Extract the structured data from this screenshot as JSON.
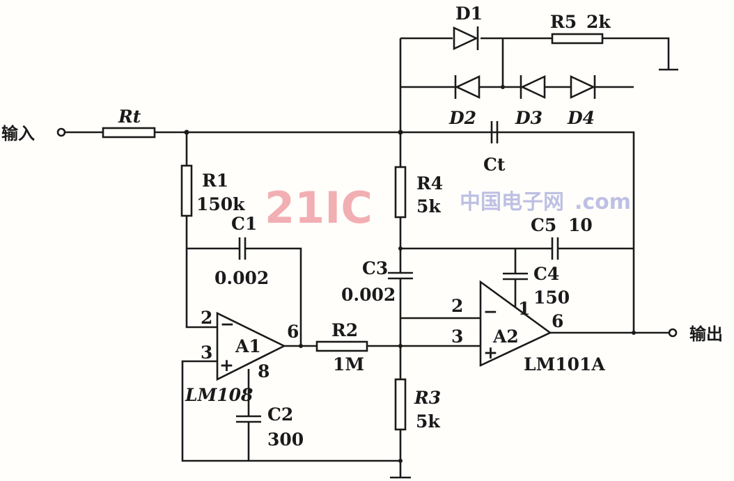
{
  "terminals": {
    "input": "输入",
    "output": "输出"
  },
  "components": {
    "Rt": "Rt",
    "R1": "R1",
    "R1_val": "150k",
    "C1": "C1",
    "C1_val": "0.002",
    "R4": "R4",
    "R4_val": "5k",
    "C3": "C3",
    "C3_val": "0.002",
    "C5": "C5",
    "C5_val": "10",
    "C4": "C4",
    "C4_val": "150",
    "R2": "R2",
    "R2_val": "1M",
    "R3": "R3",
    "R3_val": "5k",
    "C2": "C2",
    "C2_val": "300",
    "Ct": "Ct",
    "D1": "D1",
    "D2": "D2",
    "D3": "D3",
    "D4": "D4",
    "R5": "R5",
    "R5_val": "2k",
    "A1": "A1",
    "A1_part": "LM108",
    "A2": "A2",
    "A2_part": "LM101A"
  },
  "pins": {
    "a1_in_neg": "2",
    "a1_in_pos": "3",
    "a1_out": "6",
    "a1_comp": "8",
    "a2_in_neg": "2",
    "a2_in_pos": "3",
    "a2_out": "6",
    "a2_comp": "1",
    "minus": "−",
    "plus": "+"
  },
  "watermark": {
    "logo": "21IC",
    "site": "中国电子网",
    "domain": ".com"
  }
}
